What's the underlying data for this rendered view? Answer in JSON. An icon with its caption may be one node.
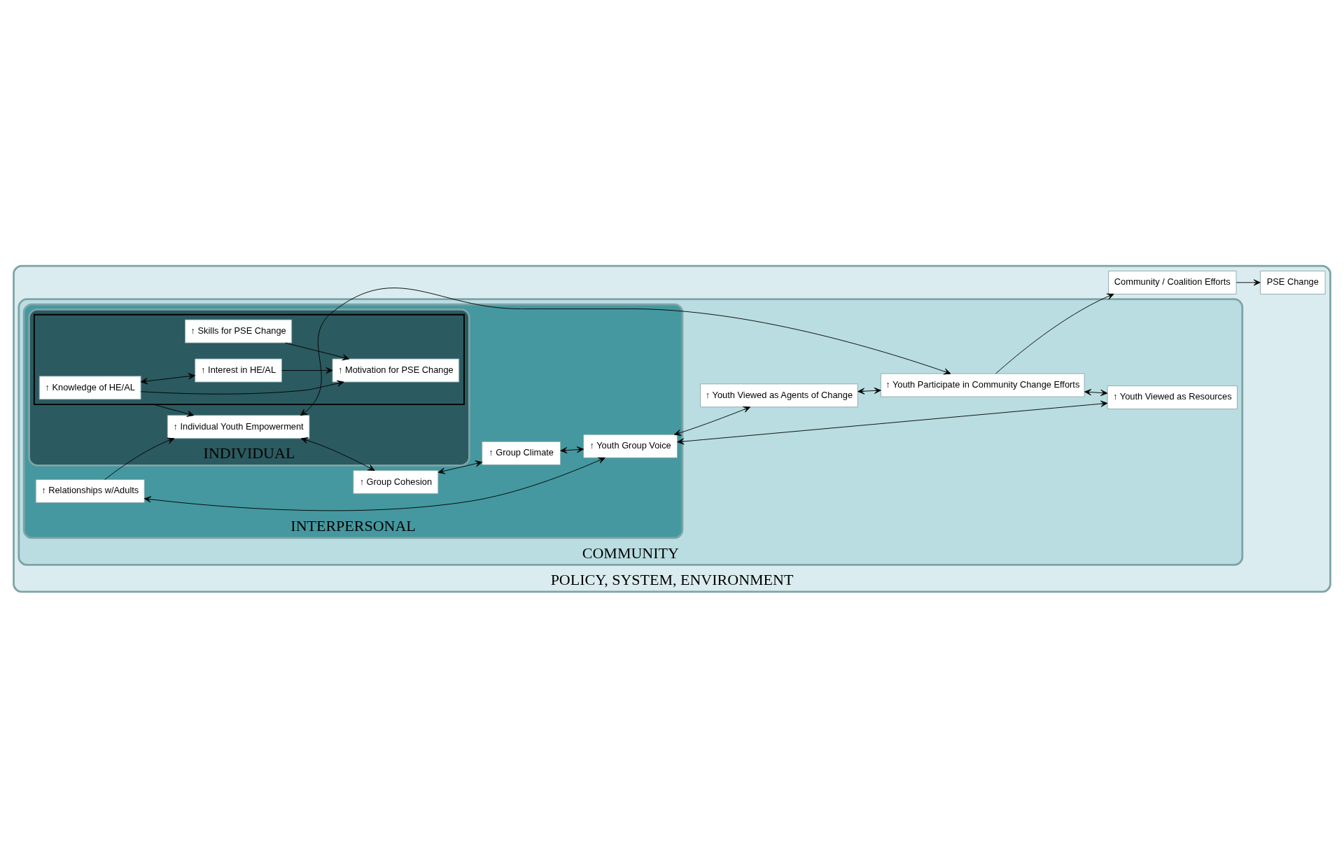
{
  "diagram": {
    "nodes": [
      {
        "text": [
          "POLICY, SYSTEM, ENVIRONMENT"
        ]
      },
      {
        "text": [
          "COMMUNITY"
        ],
        "in": 0
      },
      {
        "text": [
          "INTERPERSONAL"
        ],
        "in": 1
      },
      {
        "text": [
          "INDIVIDUAL"
        ],
        "in": 2
      },
      {
        "text": [],
        "shape": "box",
        "in": 3
      },
      {
        "text": [
          "↑ Knowledge of HE/AL"
        ],
        "in": 4
      },
      {
        "text": [
          "↑ Interest in HE/AL"
        ],
        "in": 4
      },
      {
        "text": [
          "↑ Skills for PSE Change"
        ],
        "in": 4
      },
      {
        "text": [
          "↑ Motivation for PSE Change"
        ],
        "in": 4
      },
      {
        "text": [
          "↑ Individual Youth Empowerment"
        ],
        "in": 3
      },
      {
        "text": [
          "↑ Group Cohesion"
        ],
        "in": 2
      },
      {
        "text": [
          "↑ Group Climate"
        ],
        "in": 2
      },
      {
        "text": [
          "↑ Youth Group Voice"
        ],
        "in": 2
      },
      {
        "text": [
          "↑ Relationships w/Adults"
        ],
        "in": 2
      },
      {
        "text": [
          "↑ Youth Viewed as Agents of Change"
        ],
        "in": 1
      },
      {
        "text": [
          "↑ Youth Participate in Community Change Efforts"
        ],
        "in": 1
      },
      {
        "text": [
          "↑ Youth Viewed as Resources"
        ],
        "in": 1
      },
      {
        "text": [
          "Community / Coalition Efforts"
        ],
        "in": 0
      },
      {
        "text": [
          "PSE Change"
        ],
        "in": 0
      }
    ],
    "edges": [
      {
        "from": 5,
        "to": 6,
        "arrow": "both"
      },
      {
        "from": 5,
        "to": 8,
        "arrow": "to"
      },
      {
        "from": 6,
        "to": 8,
        "arrow": "to"
      },
      {
        "from": 7,
        "to": 8,
        "arrow": "to"
      },
      {
        "from": 4,
        "to": 9,
        "arrow": "to"
      },
      {
        "from": 9,
        "to": 10,
        "arrow": "both"
      },
      {
        "from": 10,
        "to": 11,
        "arrow": "both"
      },
      {
        "from": 11,
        "to": 12,
        "arrow": "both"
      },
      {
        "from": 9,
        "to": 15,
        "arrow": "both"
      },
      {
        "from": 12,
        "to": 14,
        "arrow": "both"
      },
      {
        "from": 14,
        "to": 15,
        "arrow": "both"
      },
      {
        "from": 15,
        "to": 16,
        "arrow": "both"
      },
      {
        "from": 12,
        "to": 16,
        "arrow": "both"
      },
      {
        "from": 13,
        "to": 9,
        "arrow": "to"
      },
      {
        "from": 13,
        "to": 12,
        "arrow": "both"
      },
      {
        "from": 15,
        "to": 17,
        "arrow": "to"
      },
      {
        "from": 17,
        "to": 18,
        "arrow": "to"
      }
    ]
  }
}
